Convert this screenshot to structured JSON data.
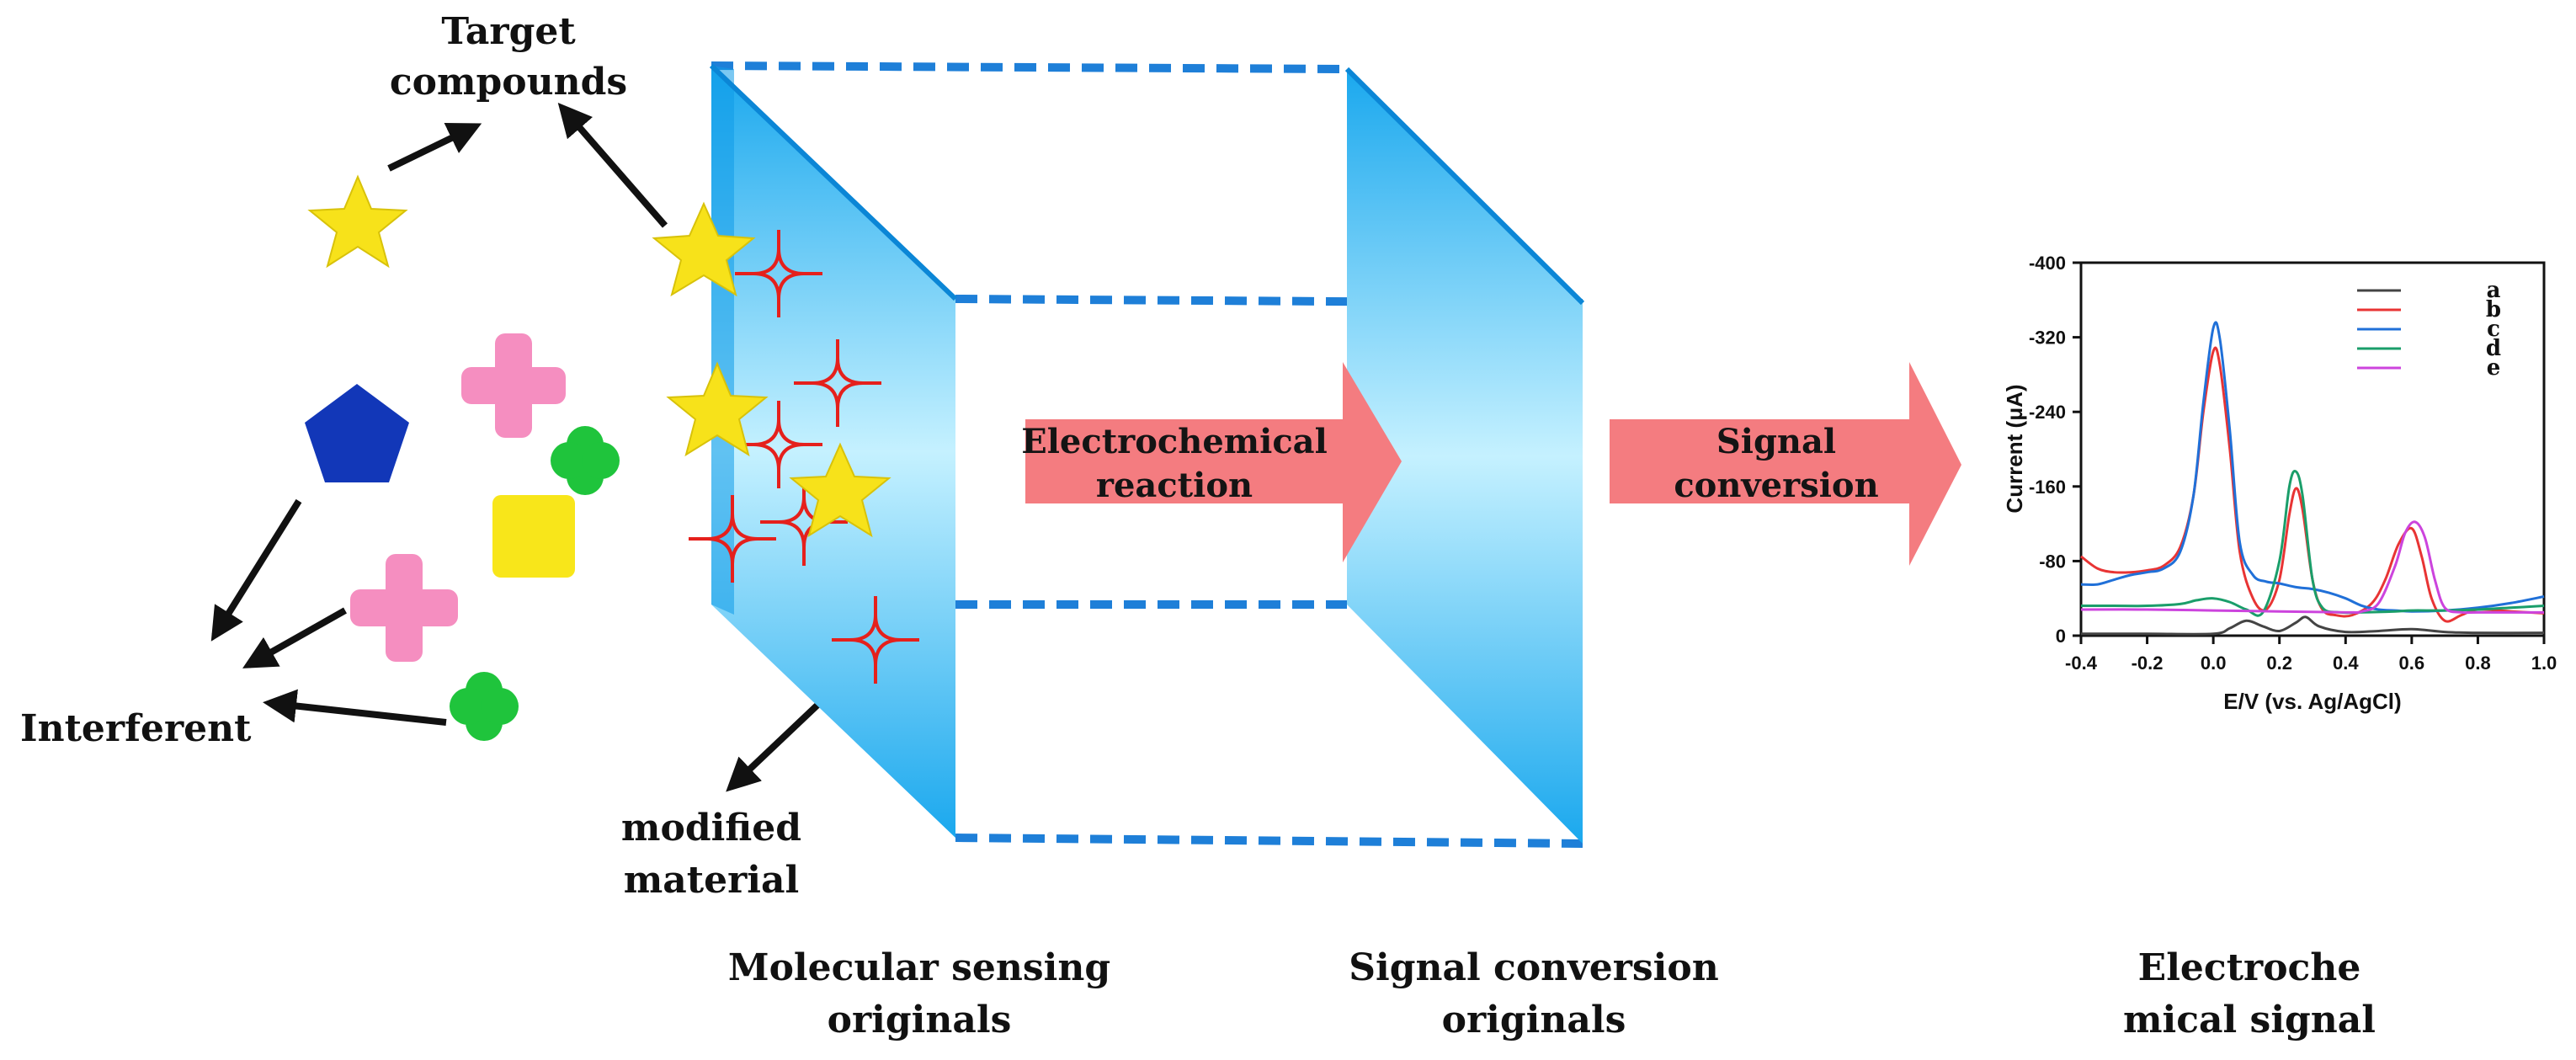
{
  "labels": {
    "target_compounds": [
      "Target",
      "compounds"
    ],
    "interferent": "Interferent",
    "modified_material": [
      "modified",
      "material"
    ],
    "electrochemical_reaction": [
      "Electrochemical",
      "reaction"
    ],
    "signal_conversion": [
      "Signal",
      "conversion"
    ],
    "molecular_sensing_originals": [
      "Molecular sensing",
      "originals"
    ],
    "signal_conversion_originals": [
      "Signal conversion",
      "originals"
    ],
    "electrochemical_signal": [
      "Electroche",
      "mical signal"
    ]
  },
  "colors": {
    "panel_blue": "#1aa8ee",
    "panel_light": "#bdeeff",
    "dash_blue": "#1e7fd8",
    "arrow_pink": "#f47c80",
    "star_yellow": "#f7e21a",
    "square_yellow": "#f8e61a",
    "pentagon_blue": "#1237b8",
    "cross_pink": "#f58ec0",
    "clover_green": "#1fc43c",
    "crosslinker_red": "#e5201c"
  },
  "chart_data": {
    "type": "line",
    "xlabel": "E/V (vs. Ag/AgCl)",
    "ylabel": "Current (μA)",
    "xlim": [
      -0.4,
      1.0
    ],
    "ylim": [
      0,
      -400
    ],
    "xticks": [
      "-0.4",
      "-0.2",
      "0.0",
      "0.2",
      "0.4",
      "0.6",
      "0.8",
      "1.0"
    ],
    "yticks": [
      "0",
      "-80",
      "-160",
      "-240",
      "-320",
      "-400"
    ],
    "legend_position": "top-right",
    "series": [
      {
        "name": "a",
        "color": "#444444",
        "x": [
          -0.4,
          -0.2,
          0.0,
          0.05,
          0.1,
          0.15,
          0.2,
          0.25,
          0.28,
          0.32,
          0.4,
          0.5,
          0.6,
          0.7,
          0.8,
          1.0
        ],
        "y": [
          -2,
          -2,
          -2,
          -8,
          -16,
          -10,
          -5,
          -14,
          -20,
          -10,
          -4,
          -5,
          -7,
          -4,
          -3,
          -3
        ]
      },
      {
        "name": "b",
        "color": "#e83434",
        "x": [
          -0.4,
          -0.35,
          -0.3,
          -0.25,
          -0.2,
          -0.15,
          -0.1,
          -0.06,
          -0.03,
          0.0,
          0.02,
          0.05,
          0.08,
          0.12,
          0.16,
          0.2,
          0.23,
          0.25,
          0.27,
          0.3,
          0.33,
          0.37,
          0.42,
          0.48,
          0.52,
          0.56,
          0.6,
          0.63,
          0.66,
          0.7,
          0.75,
          0.8,
          0.9,
          1.0
        ],
        "y": [
          -85,
          -72,
          -68,
          -68,
          -70,
          -75,
          -95,
          -150,
          -240,
          -305,
          -290,
          -200,
          -90,
          -40,
          -28,
          -60,
          -130,
          -158,
          -135,
          -60,
          -28,
          -22,
          -22,
          -35,
          -60,
          -98,
          -115,
          -85,
          -40,
          -16,
          -22,
          -28,
          -26,
          -24
        ]
      },
      {
        "name": "c",
        "color": "#2070d8",
        "x": [
          -0.4,
          -0.35,
          -0.3,
          -0.25,
          -0.2,
          -0.15,
          -0.1,
          -0.06,
          -0.03,
          0.0,
          0.02,
          0.05,
          0.08,
          0.12,
          0.16,
          0.2,
          0.25,
          0.3,
          0.35,
          0.4,
          0.45,
          0.5,
          0.55,
          0.6,
          0.7,
          0.8,
          0.9,
          1.0
        ],
        "y": [
          -55,
          -55,
          -60,
          -65,
          -68,
          -72,
          -90,
          -150,
          -250,
          -330,
          -318,
          -220,
          -100,
          -65,
          -58,
          -56,
          -52,
          -50,
          -46,
          -40,
          -32,
          -28,
          -27,
          -26,
          -27,
          -30,
          -35,
          -42
        ]
      },
      {
        "name": "d",
        "color": "#1a9e6a",
        "x": [
          -0.4,
          -0.3,
          -0.2,
          -0.1,
          -0.05,
          0.0,
          0.05,
          0.1,
          0.15,
          0.2,
          0.23,
          0.25,
          0.27,
          0.3,
          0.33,
          0.38,
          0.45,
          0.55,
          0.6,
          0.7,
          0.8,
          0.9,
          1.0
        ],
        "y": [
          -32,
          -32,
          -32,
          -34,
          -38,
          -40,
          -36,
          -28,
          -25,
          -80,
          -160,
          -176,
          -150,
          -60,
          -30,
          -25,
          -25,
          -26,
          -27,
          -27,
          -28,
          -30,
          -32
        ]
      },
      {
        "name": "e",
        "color": "#cc44dd",
        "x": [
          -0.4,
          -0.2,
          0.0,
          0.2,
          0.4,
          0.45,
          0.5,
          0.55,
          0.58,
          0.61,
          0.64,
          0.67,
          0.7,
          0.75,
          0.8,
          0.9,
          1.0
        ],
        "y": [
          -28,
          -28,
          -27,
          -26,
          -25,
          -26,
          -35,
          -75,
          -110,
          -122,
          -105,
          -60,
          -30,
          -25,
          -25,
          -25,
          -25
        ]
      }
    ]
  }
}
